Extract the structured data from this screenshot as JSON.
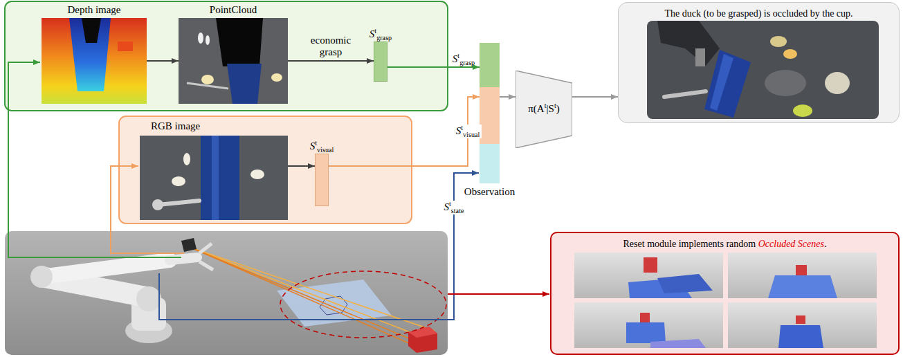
{
  "diagram": {
    "nodes": [
      {
        "text": [
          "Depth image"
        ]
      },
      {
        "text": [
          "PointCloud"
        ]
      },
      {
        "text": [
          "Stgrasp"
        ]
      },
      {
        "text": [
          "RGB image"
        ]
      },
      {
        "text": [
          "Stvisual"
        ]
      },
      {
        "text": [
          "Observation"
        ]
      },
      {
        "text": [
          "π(At|St)"
        ]
      },
      {
        "text": [
          "The duck (to be grasped) is occluded by the cup."
        ]
      },
      {
        "text": [
          "Reset module implements random Occluded Scenes."
        ]
      }
    ],
    "edges": [
      {
        "from": 0,
        "to": 1,
        "arrow": "to"
      },
      {
        "from": 1,
        "to": 2,
        "label": "economic grasp",
        "arrow": "to"
      },
      {
        "from": 3,
        "to": 4,
        "arrow": "to"
      },
      {
        "from": 2,
        "to": 5,
        "label": "Stgrasp",
        "arrow": "to"
      },
      {
        "from": 4,
        "to": 5,
        "label": "Stvisual",
        "arrow": "to"
      },
      {
        "from": 5,
        "to": 6,
        "arrow": "to"
      },
      {
        "from": 6,
        "to": 7,
        "arrow": "to"
      }
    ],
    "labels": [
      "Ststate"
    ]
  }
}
